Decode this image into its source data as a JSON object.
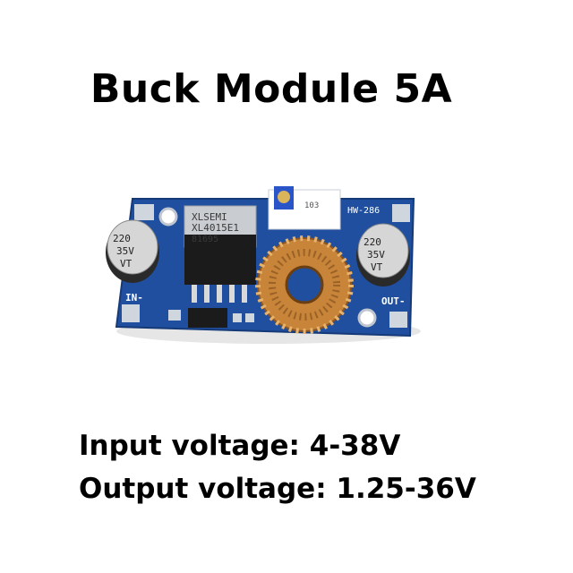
{
  "title": "Buck Module 5A",
  "specs": {
    "input": "Input voltage: 4-38V",
    "output": "Output voltage: 1.25-36V"
  },
  "board": {
    "model": "HW-286",
    "in_label": "IN-",
    "out_label": "OUT-",
    "chip_line1": "XLSEMI",
    "chip_line2": "XL4015E1",
    "chip_line3": "81695",
    "cap_left": [
      "220",
      "35V",
      "VT"
    ],
    "cap_right": [
      "220",
      "35V",
      "VT"
    ],
    "pot_text": "103"
  },
  "colors": {
    "pcb": "#1f4f9e",
    "copper": "#c8853a",
    "pot": "#2a55c8"
  }
}
